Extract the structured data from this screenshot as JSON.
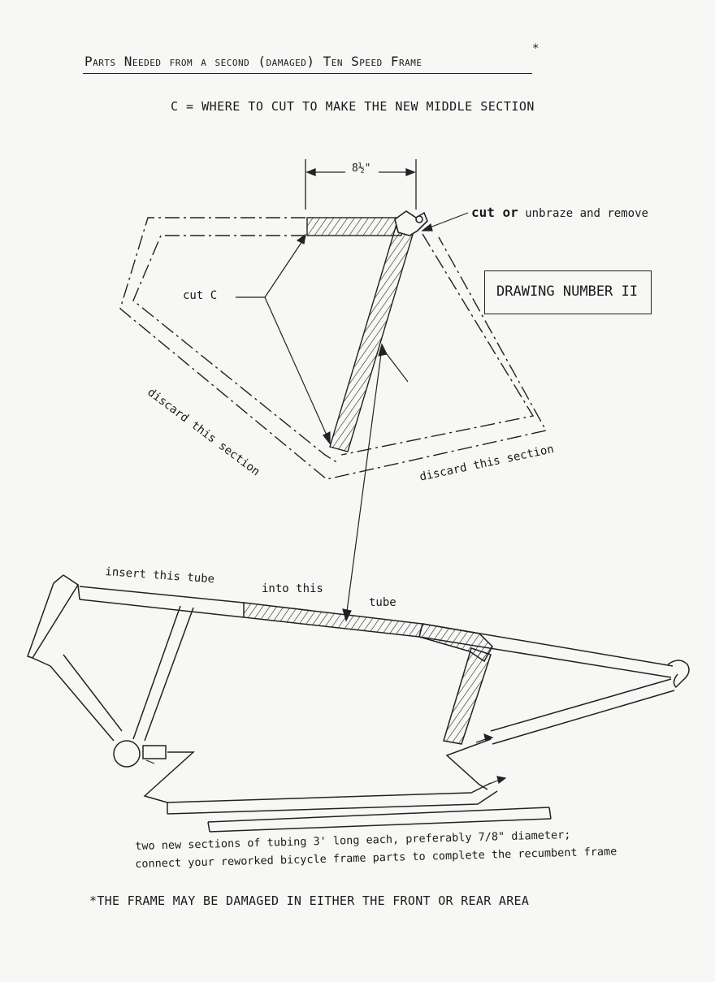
{
  "header": {
    "title": "Parts Needed from a second (damaged) Ten Speed Frame",
    "asterisk": "*",
    "legend": "C = WHERE TO CUT TO MAKE THE NEW MIDDLE SECTION"
  },
  "top_frame": {
    "dimension": "8½\"",
    "cut_instruction_bold": "cut or",
    "cut_instruction_rest": " unbraze and remove",
    "drawing_number": "DRAWING NUMBER II",
    "cut_label": "cut C",
    "discard_left": "discard this section",
    "discard_right": "discard this section"
  },
  "bottom_frame": {
    "insert_label": "insert this tube",
    "into_label": "into this",
    "tube_label": "tube",
    "tubing_note_line1": "two new sections of tubing 3' long each, preferably 7/8\" diameter;",
    "tubing_note_line2": "connect your reworked bicycle frame parts to complete the recumbent frame"
  },
  "footnote": "*THE FRAME MAY BE DAMAGED IN EITHER THE FRONT OR REAR AREA"
}
